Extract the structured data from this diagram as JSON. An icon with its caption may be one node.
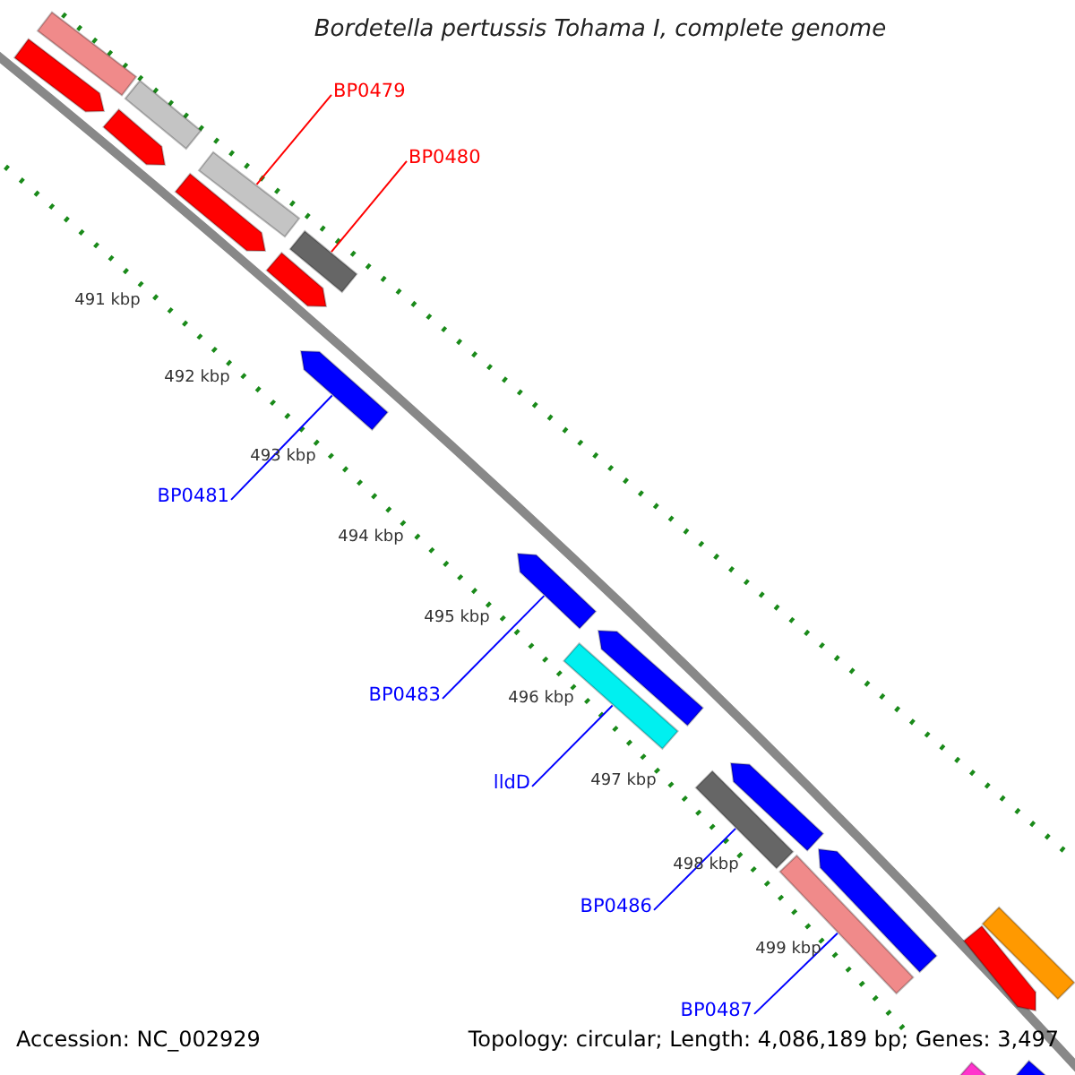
{
  "diagram": {
    "title": "Bordetella pertussis Tohama I, complete genome",
    "nodes": [
      {
        "text": [],
        "shape": "bar"
      },
      {
        "text": [],
        "shape": "bar"
      },
      {
        "text": [],
        "shape": "bar"
      },
      {
        "text": [],
        "shape": "bar"
      },
      {
        "text": [],
        "shape": "arrow"
      },
      {
        "text": [],
        "shape": "arrow"
      },
      {
        "text": [],
        "shape": "arrow"
      },
      {
        "text": [],
        "shape": "arrow"
      },
      {
        "text": [],
        "shape": "arrow"
      },
      {
        "text": [],
        "shape": "arrow"
      },
      {
        "text": [],
        "shape": "arrow"
      },
      {
        "text": [],
        "shape": "bar"
      },
      {
        "text": [],
        "shape": "arrow"
      },
      {
        "text": [],
        "shape": "bar"
      },
      {
        "text": [],
        "shape": "arrow"
      },
      {
        "text": [],
        "shape": "bar"
      },
      {
        "text": [],
        "shape": "bar"
      },
      {
        "text": [],
        "shape": "arrow"
      },
      {
        "text": [],
        "shape": "bar"
      },
      {
        "text": [],
        "shape": "bar"
      },
      {
        "text": [
          "BP0479"
        ]
      },
      {
        "text": [
          "BP0480"
        ]
      },
      {
        "text": [
          "BP0481"
        ]
      },
      {
        "text": [
          "BP0483"
        ]
      },
      {
        "text": [
          "lldD"
        ]
      },
      {
        "text": [
          "BP0486"
        ]
      },
      {
        "text": [
          "BP0487"
        ]
      }
    ],
    "edges": [
      {
        "from": 20,
        "to": 2,
        "arrow": "none",
        "color": "#ff0000"
      },
      {
        "from": 21,
        "to": 3,
        "arrow": "none",
        "color": "#ff0000"
      },
      {
        "from": 22,
        "to": 8,
        "arrow": "none"
      },
      {
        "from": 23,
        "to": 9,
        "arrow": "none"
      },
      {
        "from": 24,
        "to": 11,
        "arrow": "none"
      },
      {
        "from": 25,
        "to": 13,
        "arrow": "none"
      },
      {
        "from": 26,
        "to": 15,
        "arrow": "none"
      }
    ],
    "labels": [
      "491 kbp",
      "492 kbp",
      "493 kbp",
      "494 kbp",
      "495 kbp",
      "496 kbp",
      "497 kbp",
      "498 kbp",
      "499 kbp",
      "Accession: NC_002929",
      "Topology: circular; Length: 4,086,189 bp; Genes: 3,497"
    ]
  }
}
